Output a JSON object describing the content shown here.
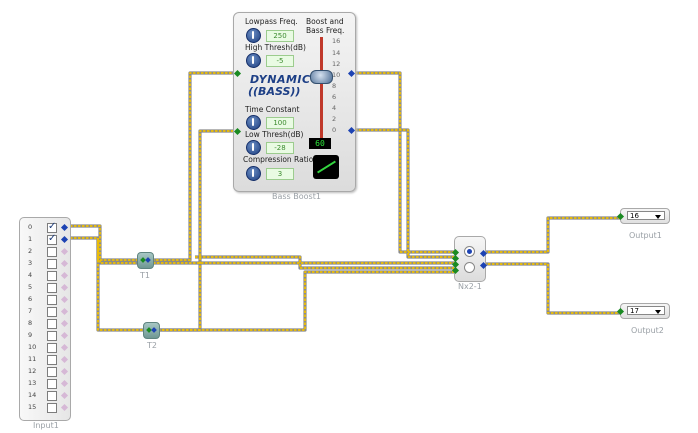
{
  "bass_boost": {
    "caption": "Bass Boost1",
    "lowpass_label": "Lowpass Freq.",
    "lowpass_value": "250",
    "boost_label_1": "Boost and",
    "boost_label_2": "Bass Freq.",
    "high_thresh_label": "High Thresh(dB)",
    "high_thresh_value": "-5",
    "logo_line1": "DYNAMIC",
    "logo_line2": "((BASS))",
    "time_constant_label": "Time Constant",
    "time_constant_value": "100",
    "low_thresh_label": "Low Thresh(dB)",
    "low_thresh_value": "-28",
    "compression_label": "Compression Ratio",
    "compression_value": "3",
    "freq_display": "60",
    "scale": [
      "16",
      "14",
      "12",
      "10",
      "8",
      "6",
      "4",
      "2",
      "0"
    ],
    "boost_level_db": 10
  },
  "input": {
    "caption": "Input1",
    "channels": [
      "0",
      "1",
      "2",
      "3",
      "4",
      "5",
      "6",
      "7",
      "8",
      "9",
      "10",
      "11",
      "12",
      "13",
      "14",
      "15"
    ],
    "checked": [
      true,
      true,
      false,
      false,
      false,
      false,
      false,
      false,
      false,
      false,
      false,
      false,
      false,
      false,
      false,
      false
    ]
  },
  "t1": {
    "caption": "T1"
  },
  "t2": {
    "caption": "T2"
  },
  "nx": {
    "caption": "Nx2-1",
    "selected_index": 0
  },
  "output1": {
    "caption": "Output1",
    "value": "16"
  },
  "output2": {
    "caption": "Output2",
    "value": "17"
  },
  "colors": {
    "wire": "#f0c000",
    "pin_in": "#1a8a22",
    "pin_out": "#1d43b3"
  }
}
